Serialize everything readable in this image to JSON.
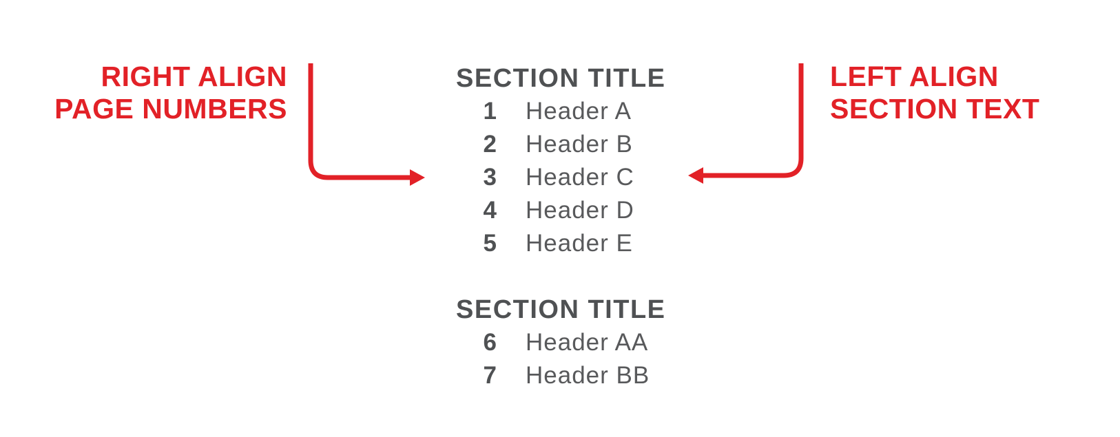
{
  "colors": {
    "background": "#ffffff",
    "accent_red": "#e22127",
    "title_gray": "#4f5153",
    "text_gray": "#58595b"
  },
  "annotations": {
    "left": {
      "lines": [
        "RIGHT ALIGN",
        "PAGE NUMBERS"
      ]
    },
    "right": {
      "lines": [
        "LEFT ALIGN",
        "SECTION TEXT"
      ]
    }
  },
  "icons": {
    "left_arrow": "elbow-arrow-pointing-right",
    "right_arrow": "elbow-arrow-pointing-left"
  },
  "toc": {
    "sections": [
      {
        "title": "SECTION TITLE",
        "entries": [
          {
            "page": "1",
            "label": "Header A"
          },
          {
            "page": "2",
            "label": "Header B"
          },
          {
            "page": "3",
            "label": "Header C"
          },
          {
            "page": "4",
            "label": "Header D"
          },
          {
            "page": "5",
            "label": "Header E"
          }
        ]
      },
      {
        "title": "SECTION TITLE",
        "entries": [
          {
            "page": "6",
            "label": "Header AA"
          },
          {
            "page": "7",
            "label": "Header BB"
          }
        ]
      }
    ]
  }
}
